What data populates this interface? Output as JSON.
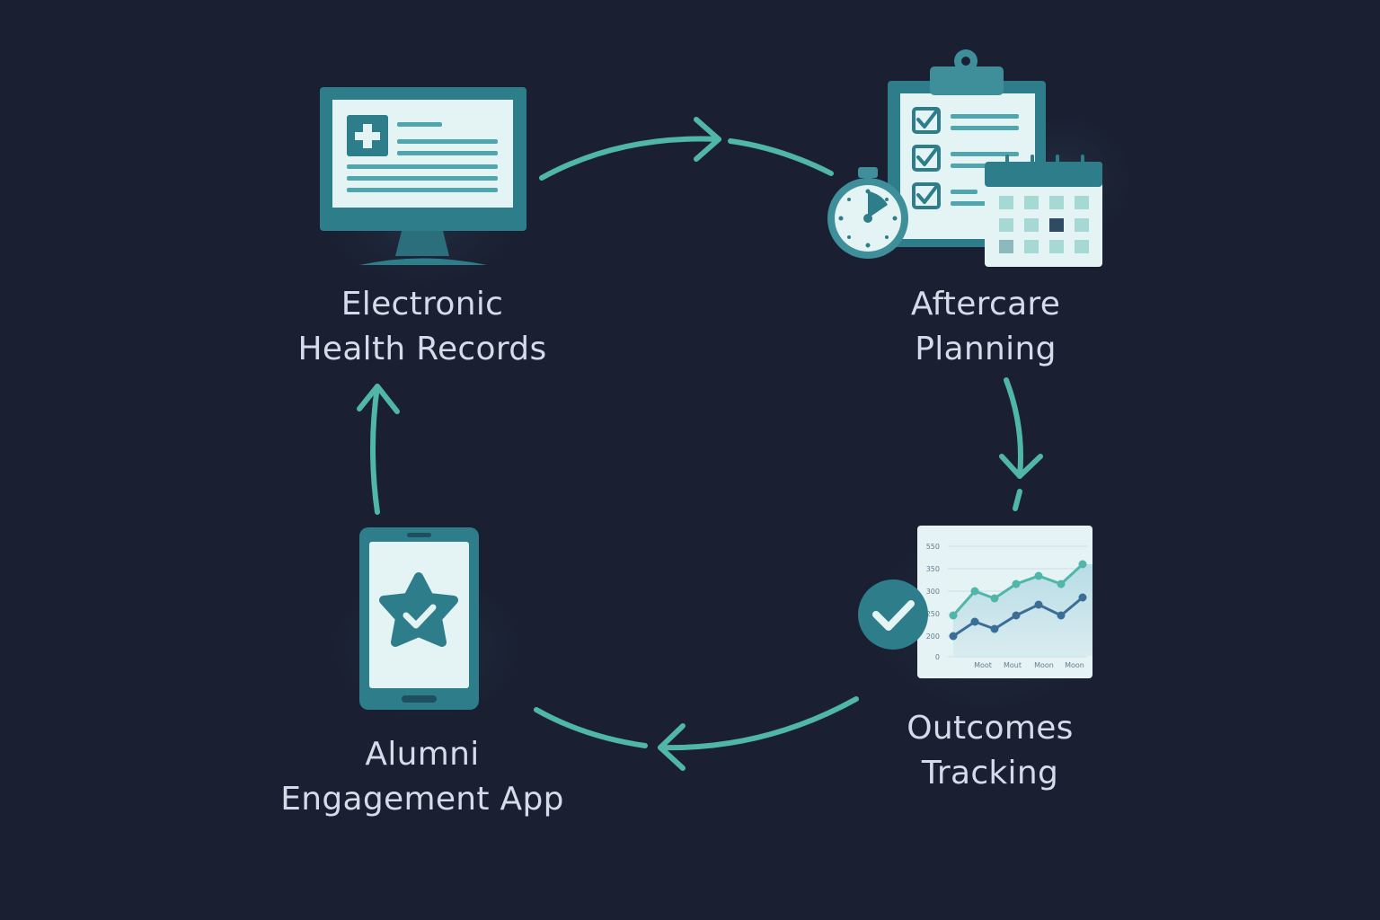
{
  "diagram": {
    "type": "cycle",
    "nodes": [
      {
        "id": "ehr",
        "label_line1": "Electronic",
        "label_line2": "Health Records",
        "icon": "monitor-record-icon"
      },
      {
        "id": "aftercare",
        "label_line1": "Aftercare",
        "label_line2": "Planning",
        "icon": "clipboard-calendar-icon"
      },
      {
        "id": "outcomes",
        "label_line1": "Outcomes",
        "label_line2": "Tracking",
        "icon": "line-chart-icon"
      },
      {
        "id": "alumni",
        "label_line1": "Alumni",
        "label_line2": "Engagement App",
        "icon": "phone-star-icon"
      }
    ],
    "edges": [
      {
        "from": "ehr",
        "to": "aftercare"
      },
      {
        "from": "aftercare",
        "to": "outcomes"
      },
      {
        "from": "outcomes",
        "to": "alumni"
      },
      {
        "from": "alumni",
        "to": "ehr"
      }
    ],
    "colors": {
      "background": "#1a2032",
      "accent": "#4fb6a8",
      "icon_dark": "#2e7d8a",
      "icon_light": "#e4f3f3",
      "label": "#d5dbe8"
    },
    "mini_chart": {
      "y_ticks": [
        "550",
        "350",
        "300",
        "250",
        "200",
        "0"
      ],
      "x_ticks": [
        "Moot",
        "Mout",
        "Moon",
        "Moon"
      ]
    }
  }
}
